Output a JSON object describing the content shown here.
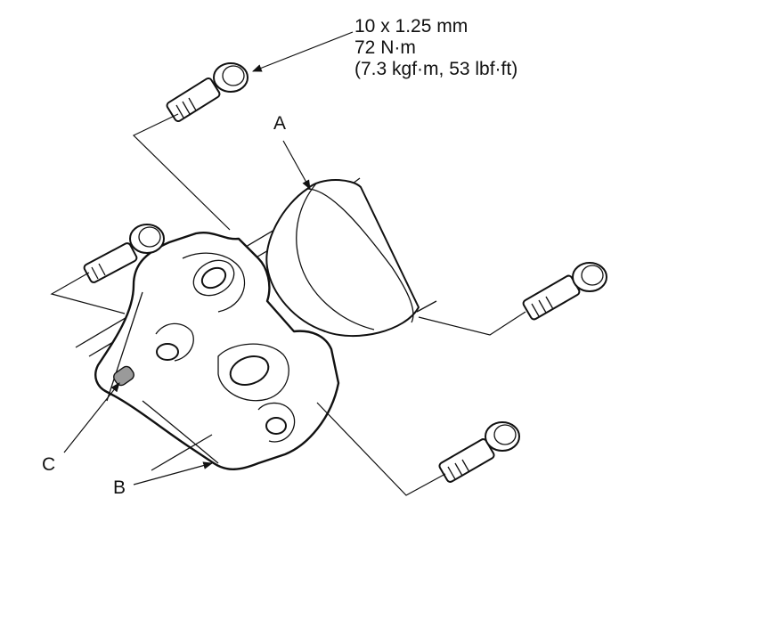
{
  "torque_spec": {
    "thread": "10 x 1.25 mm",
    "torque": "72 N·m",
    "alt_units": "(7.3 kgf·m, 53 lbf·ft)"
  },
  "callouts": {
    "a": "A",
    "b": "B",
    "c": "C"
  }
}
